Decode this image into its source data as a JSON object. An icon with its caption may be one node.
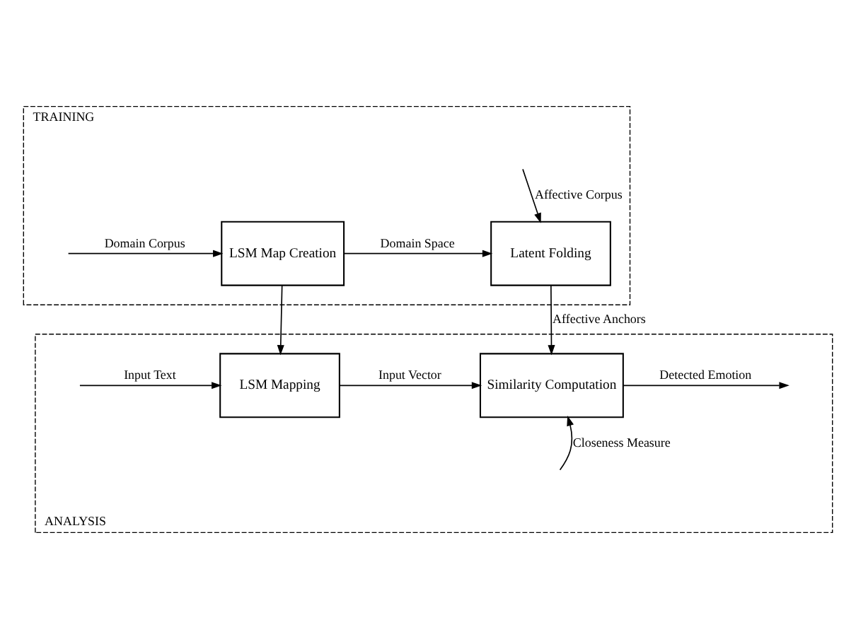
{
  "diagram": {
    "nodes": [
      {
        "text": [
          "TRAINING"
        ]
      },
      {
        "text": [
          "LSM Map Creation"
        ],
        "in": 0
      },
      {
        "text": [
          "Latent Folding"
        ],
        "in": 0
      },
      {
        "text": [
          "ANALYSIS"
        ]
      },
      {
        "text": [
          "LSM Mapping"
        ],
        "in": 3
      },
      {
        "text": [
          "Similarity Computation"
        ],
        "in": 3
      }
    ],
    "edges": [
      {
        "from": null,
        "to": 1,
        "arrow": "to",
        "label": "Domain Corpus"
      },
      {
        "from": 1,
        "to": 2,
        "arrow": "to",
        "label": "Domain Space"
      },
      {
        "from": null,
        "to": 2,
        "arrow": "to",
        "label": "Affective Corpus"
      },
      {
        "from": 1,
        "to": 4,
        "arrow": "to"
      },
      {
        "from": 2,
        "to": 5,
        "arrow": "to",
        "label": "Affective Anchors"
      },
      {
        "from": null,
        "to": 4,
        "arrow": "to",
        "label": "Input Text"
      },
      {
        "from": 4,
        "to": 5,
        "arrow": "to",
        "label": "Input Vector"
      },
      {
        "from": 5,
        "to": null,
        "arrow": "to",
        "label": "Detected Emotion"
      },
      {
        "from": null,
        "to": 5,
        "arrow": "to",
        "label": "Closeness Measure"
      }
    ]
  }
}
